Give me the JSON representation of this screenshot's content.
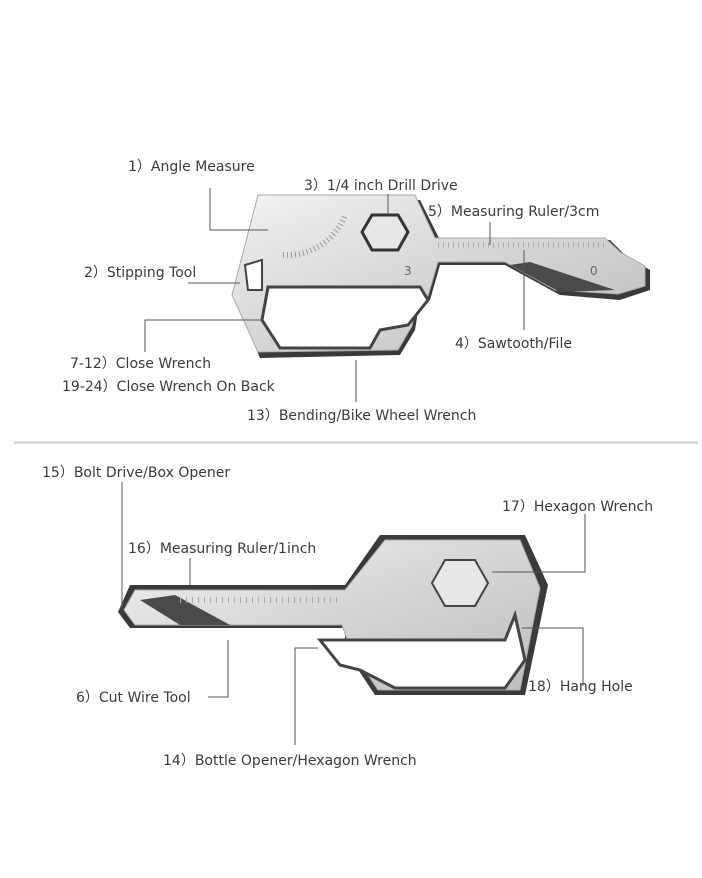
{
  "top_tool": {
    "labels": {
      "angle_measure": "1）Angle Measure",
      "drill_drive": "3）1/4 inch Drill Drive",
      "ruler_3cm": "5）Measuring Ruler/3cm",
      "stripping_tool": "2）Stipping Tool",
      "sawtooth": "4）Sawtooth/File",
      "close_wrench": "7-12）Close Wrench",
      "close_wrench_back": "19-24）Close Wrench On Back",
      "bending": "13）Bending/Bike Wheel Wrench"
    },
    "ruler_marks": {
      "three": "3",
      "zero": "0"
    }
  },
  "bottom_tool": {
    "labels": {
      "bolt_drive": "15）Bolt Drive/Box Opener",
      "hexagon_wrench": "17）Hexagon Wrench",
      "ruler_1inch": "16）Measuring Ruler/1inch",
      "hang_hole": "18）Hang Hole",
      "cut_wire": "6）Cut Wire Tool",
      "bottle_opener": "14）Bottle Opener/Hexagon Wrench"
    }
  },
  "colors": {
    "metal": "#d8d8d8",
    "dark_edge": "#3a3a3a",
    "line": "#555555"
  }
}
